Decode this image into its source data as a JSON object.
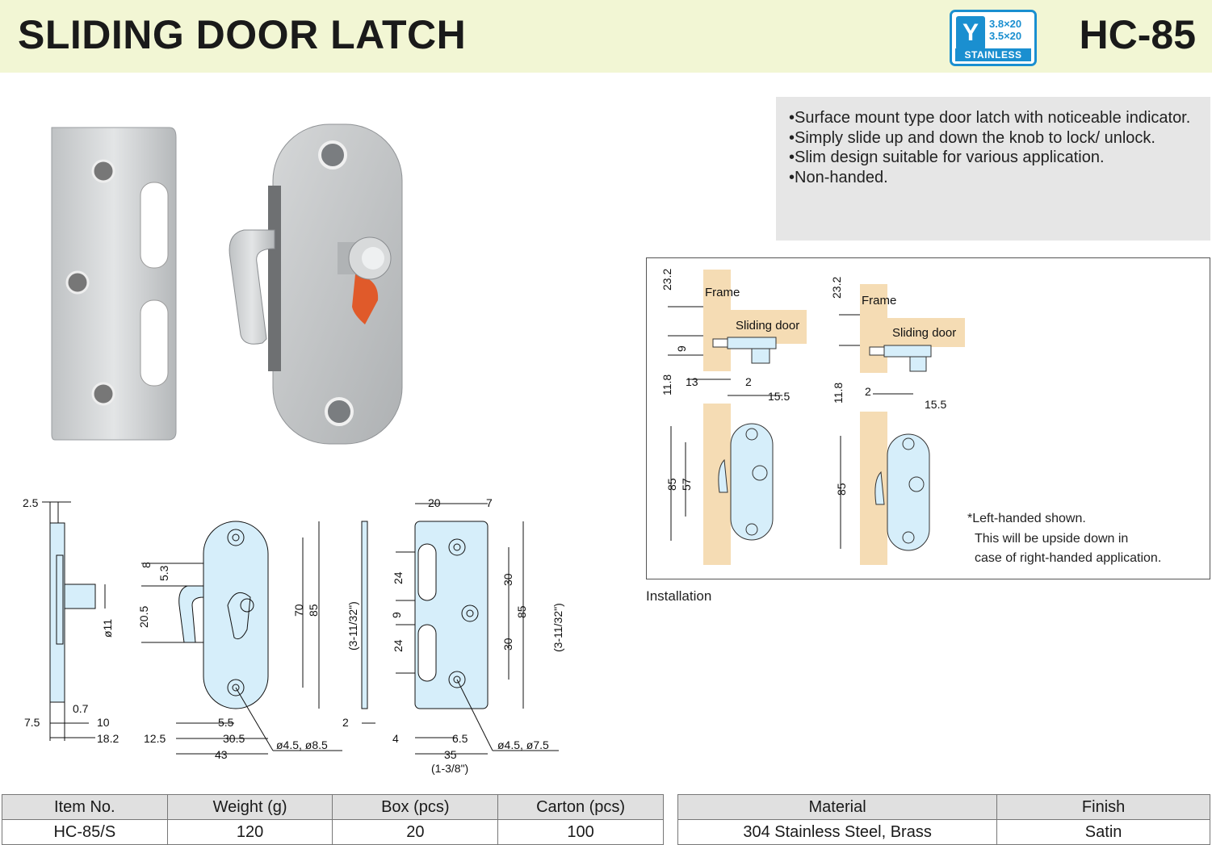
{
  "header": {
    "title": "SLIDING DOOR LATCH",
    "model": "HC-85",
    "badge": {
      "screw1": "3.8×20",
      "screw2": "3.5×20",
      "label": "STAINLESS"
    }
  },
  "features": [
    "Surface mount type door latch with noticeable indicator.",
    "Simply slide up and down the knob to lock/ unlock.",
    "Slim design suitable for various application.",
    "Non-handed."
  ],
  "installation": {
    "caption": "Installation",
    "frame_label": "Frame",
    "door_label": "Sliding door",
    "note_lines": [
      "Left-handed shown.",
      "This will be upside down in",
      "case of right-handed application."
    ],
    "note_mark": "*",
    "dims_left": {
      "top": "23.2",
      "side": "11.8",
      "nine": "9",
      "thirteen": "13",
      "two": "2",
      "fifteen": "15.5",
      "h85": "85",
      "h57": "57"
    },
    "dims_right": {
      "top": "23.2",
      "side": "11.8",
      "two": "2",
      "fifteen": "15.5",
      "h85": "85"
    }
  },
  "dimensions": {
    "side": {
      "a": "2.5",
      "b": "ø11",
      "c": "7.5",
      "d": "0.7",
      "e": "10",
      "f": "18.2"
    },
    "front": {
      "a": "8",
      "b": "5.3",
      "c": "20.5",
      "d": "70",
      "e": "85",
      "f": "(3-11/32\")",
      "g": "5.5",
      "h": "12.5",
      "i": "30.5",
      "j": "43",
      "k": "ø4.5, ø8.5"
    },
    "plate": {
      "a": "20",
      "b": "7",
      "c": "24",
      "d": "9",
      "e": "24",
      "f": "30",
      "g": "30",
      "h": "85",
      "i": "(3-11/32\")",
      "j": "2",
      "k": "4",
      "l": "6.5",
      "m": "35",
      "n": "(1-3/8\")",
      "o": "ø4.5, ø7.5"
    }
  },
  "table1": {
    "headers": [
      "Item No.",
      "Weight (g)",
      "Box (pcs)",
      "Carton (pcs)"
    ],
    "row": [
      "HC-85/S",
      "120",
      "20",
      "100"
    ]
  },
  "table2": {
    "headers": [
      "Material",
      "Finish"
    ],
    "row": [
      "304 Stainless Steel, Brass",
      "Satin"
    ]
  },
  "colors": {
    "header_bg": "#f2f6d4",
    "brand_blue": "#1a8fd0",
    "part_blue": "#d6eefa",
    "wood": "#f5dcb4",
    "indicator": "#e05a2a"
  }
}
